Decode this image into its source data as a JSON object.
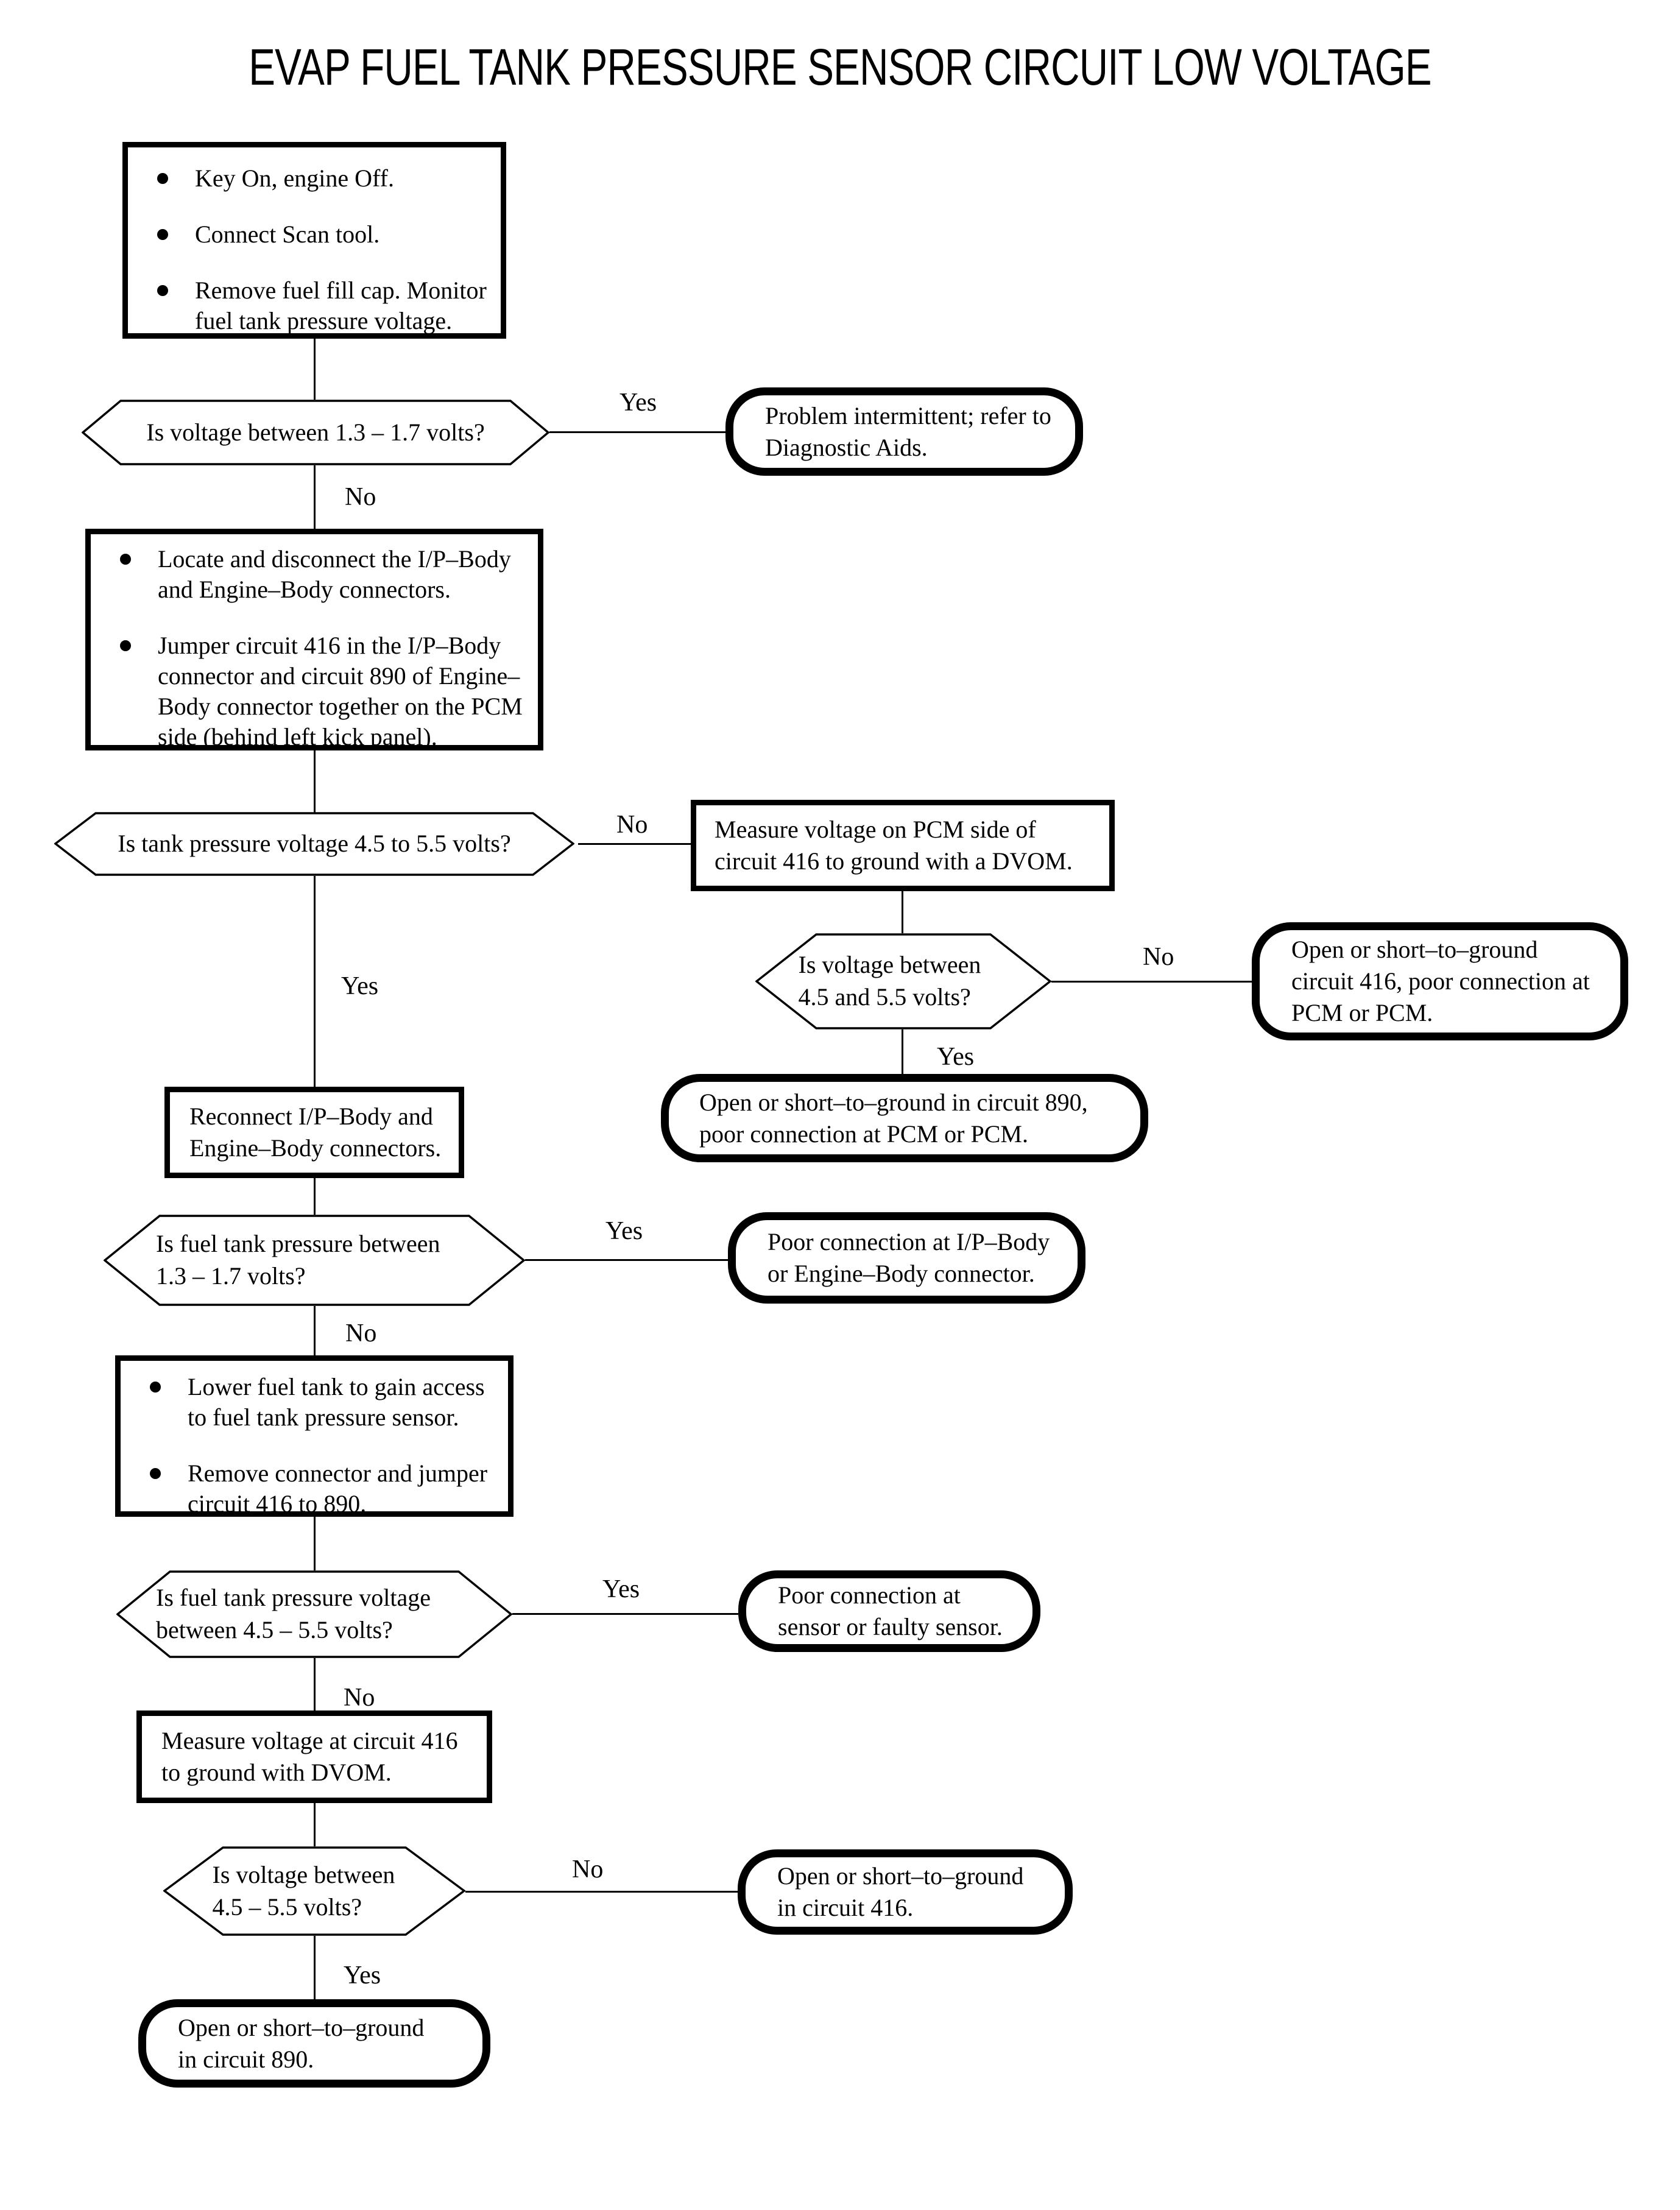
{
  "title": "EVAP FUEL TANK PRESSURE SENSOR CIRCUIT LOW VOLTAGE",
  "labels": {
    "yes": "Yes",
    "no": "No"
  },
  "colors": {
    "ink": "#000000",
    "paper": "#ffffff"
  },
  "nodes": {
    "start": {
      "bullets": [
        "Key On, engine Off.",
        "Connect Scan tool.",
        "Remove fuel fill cap. Monitor fuel tank pressure voltage."
      ]
    },
    "d1": {
      "text": "Is voltage between 1.3 – 1.7 volts?"
    },
    "t1": {
      "text": "Problem intermittent; refer to Diagnostic Aids."
    },
    "p1": {
      "bullets": [
        "Locate and disconnect the I/P–Body and Engine–Body connectors.",
        "Jumper circuit 416 in the I/P–Body connector and circuit 890 of Engine–Body connector together on the PCM side (behind left kick panel)."
      ]
    },
    "d2": {
      "text": "Is tank pressure voltage 4.5 to 5.5 volts?"
    },
    "p2": {
      "text": "Measure voltage on PCM side of circuit 416 to ground with a DVOM."
    },
    "d3": {
      "text": "Is voltage between 4.5 and 5.5 volts?"
    },
    "t2": {
      "text": "Open or short–to–ground circuit 416, poor connection at PCM or PCM."
    },
    "t3": {
      "text": "Open or short–to–ground in circuit 890, poor connection at PCM or PCM."
    },
    "p3": {
      "text": "Reconnect I/P–Body and Engine–Body connectors."
    },
    "d4": {
      "text": "Is fuel tank pressure between 1.3 – 1.7 volts?"
    },
    "t4": {
      "text": "Poor connection at I/P–Body or Engine–Body connector."
    },
    "p4": {
      "bullets": [
        "Lower fuel tank to gain access to fuel tank pressure sensor.",
        "Remove connector and jumper circuit 416 to 890."
      ]
    },
    "d5": {
      "text": "Is fuel tank pressure voltage between 4.5 – 5.5 volts?"
    },
    "t5": {
      "text": "Poor connection at sensor or faulty sensor."
    },
    "p5": {
      "text": "Measure voltage at circuit 416 to ground with DVOM."
    },
    "d6": {
      "text": "Is voltage between 4.5 – 5.5 volts?"
    },
    "t6": {
      "text": "Open or short–to–ground in circuit 416."
    },
    "t7": {
      "text": "Open or short–to–ground in circuit 890."
    }
  }
}
